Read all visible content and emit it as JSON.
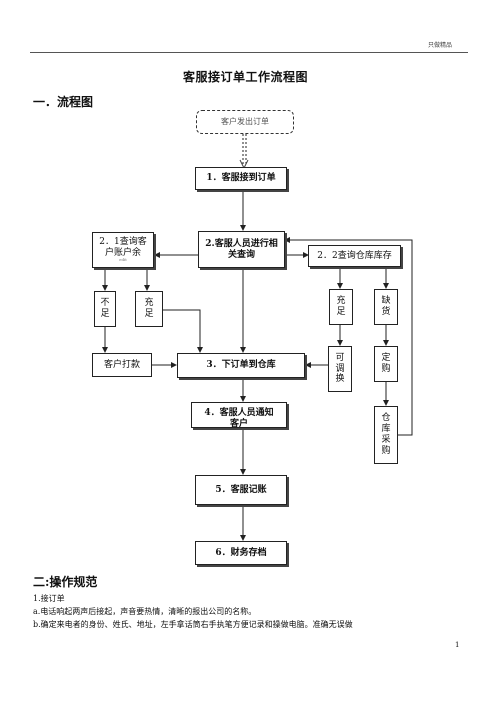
{
  "header": {
    "tag": "只做精品"
  },
  "title": "客服接订单工作流程图",
  "section1": "一．流程图",
  "flow": {
    "start": "客户发出订单",
    "step1": "1．客服接到订单",
    "step2": "2.客服人员进行相关查询",
    "q21": "2．1查询客户账户余",
    "q21_small": "edit",
    "q22": "2．2查询仓库库存",
    "notenough": "不足",
    "enough": "充足",
    "enough2": "充足",
    "shortage": "缺货",
    "pay": "客户打款",
    "step3": "3．下订单到仓库",
    "transfer": "可调换",
    "order": "定购",
    "step4": "4．客服人员通知客户",
    "purchase": "仓库采购",
    "step5": "5．客服记账",
    "step6": "6．财务存档"
  },
  "section2": "二:操作规范",
  "body": {
    "line1": "1.接订单",
    "line2": "a.电话响起两声后接起，声音要热情，清晰的报出公司的名称。",
    "line3": "b.确定来电者的身份、姓氏、地址，左手拿话筒右手执笔方便记录和操做电脑。准确无误做"
  },
  "footer": {
    "page": "1"
  }
}
